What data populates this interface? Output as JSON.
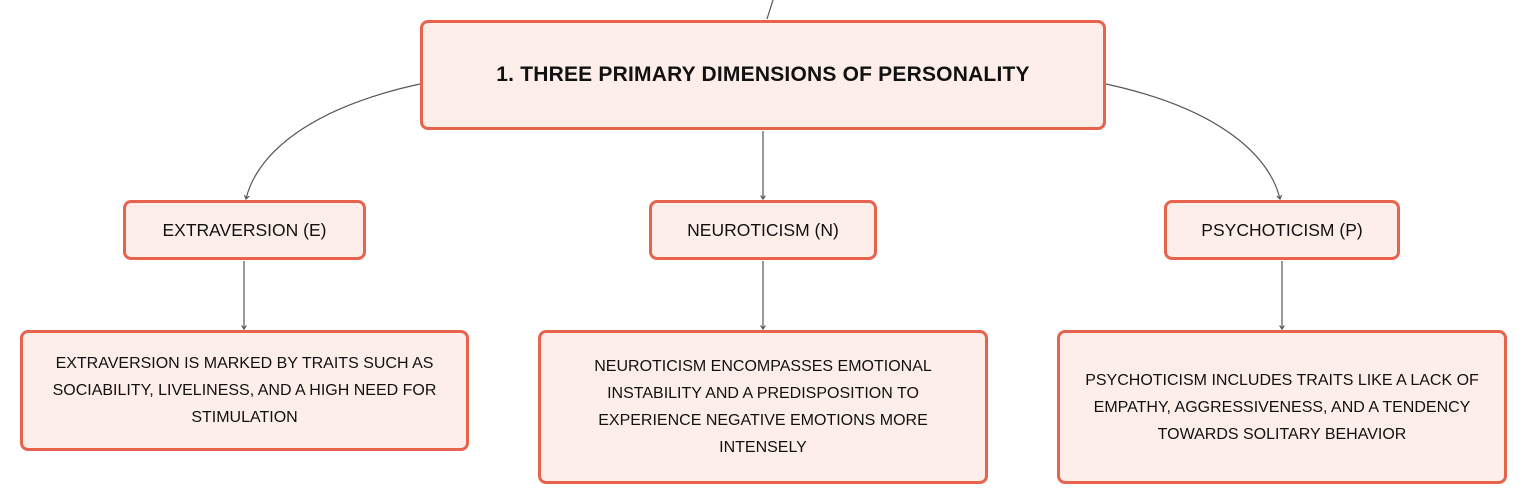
{
  "diagram": {
    "root": {
      "label": "1. THREE PRIMARY DIMENSIONS OF PERSONALITY"
    },
    "dimensions": [
      {
        "label": "EXTRAVERSION (E)",
        "description": "EXTRAVERSION IS MARKED BY TRAITS SUCH AS SOCIABILITY, LIVELINESS, AND A HIGH NEED FOR STIMULATION"
      },
      {
        "label": "NEUROTICISM (N)",
        "description": "NEUROTICISM ENCOMPASSES EMOTIONAL INSTABILITY AND A PREDISPOSITION TO EXPERIENCE NEGATIVE EMOTIONS MORE INTENSELY"
      },
      {
        "label": "PSYCHOTICISM (P)",
        "description": "PSYCHOTICISM INCLUDES TRAITS LIKE A LACK OF EMPATHY, AGGRESSIVENESS, AND A TENDENCY TOWARDS SOLITARY BEHAVIOR"
      }
    ],
    "colors": {
      "node_border": "#e8634e",
      "node_fill": "#fdeee9",
      "connector": "#555555",
      "text": "#111111"
    }
  }
}
